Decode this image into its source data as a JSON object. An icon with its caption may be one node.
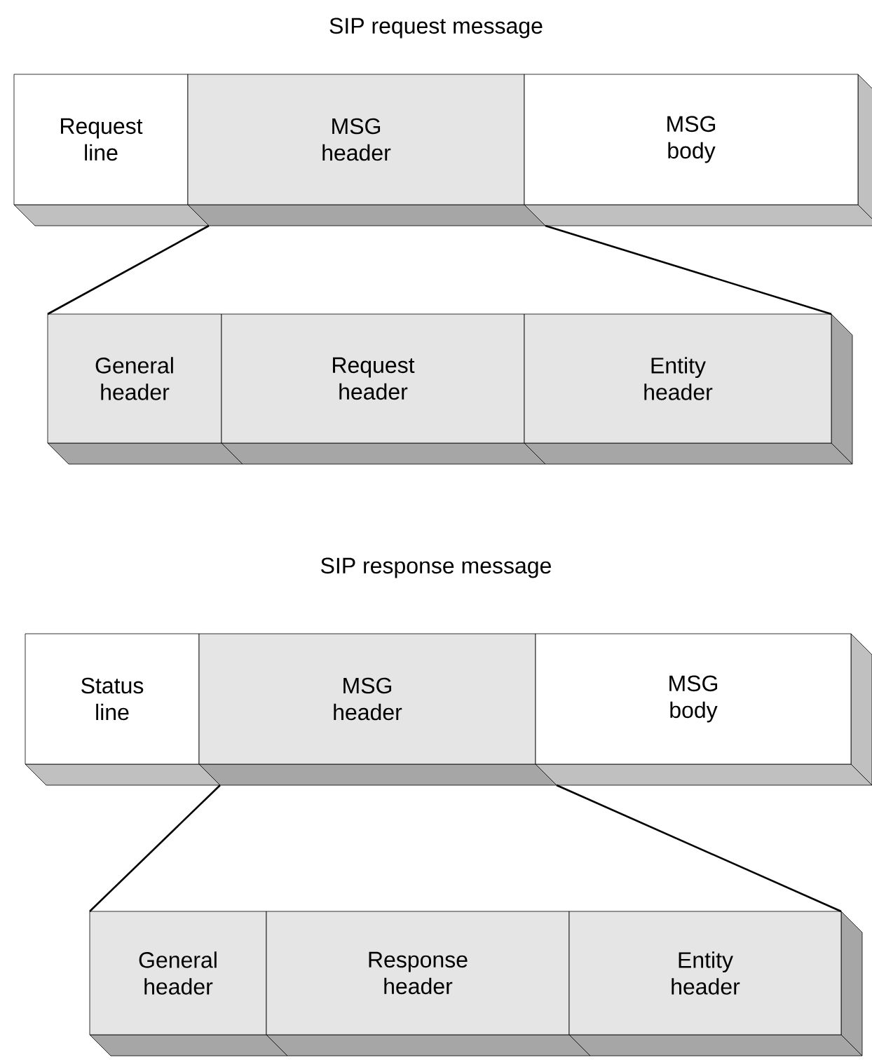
{
  "diagram": {
    "nodes": [
      {
        "text": [
          "Request line"
        ]
      },
      {
        "text": [
          "MSG header"
        ]
      },
      {
        "text": [
          "MSG body"
        ]
      },
      {
        "text": [
          "General header"
        ]
      },
      {
        "text": [
          "Request header"
        ]
      },
      {
        "text": [
          "Entity header"
        ]
      },
      {
        "text": [
          "Status line"
        ]
      },
      {
        "text": [
          "MSG header"
        ]
      },
      {
        "text": [
          "MSG body"
        ]
      },
      {
        "text": [
          "General header"
        ]
      },
      {
        "text": [
          "Response header"
        ]
      },
      {
        "text": [
          "Entity header"
        ]
      }
    ],
    "edges": [
      {
        "from": 1,
        "to": 3,
        "arrow": "none"
      },
      {
        "from": 1,
        "to": 5,
        "arrow": "none"
      },
      {
        "from": 7,
        "to": 9,
        "arrow": "none"
      },
      {
        "from": 7,
        "to": 11,
        "arrow": "none"
      }
    ],
    "labels": [
      "SIP request message",
      "SIP response message"
    ]
  }
}
